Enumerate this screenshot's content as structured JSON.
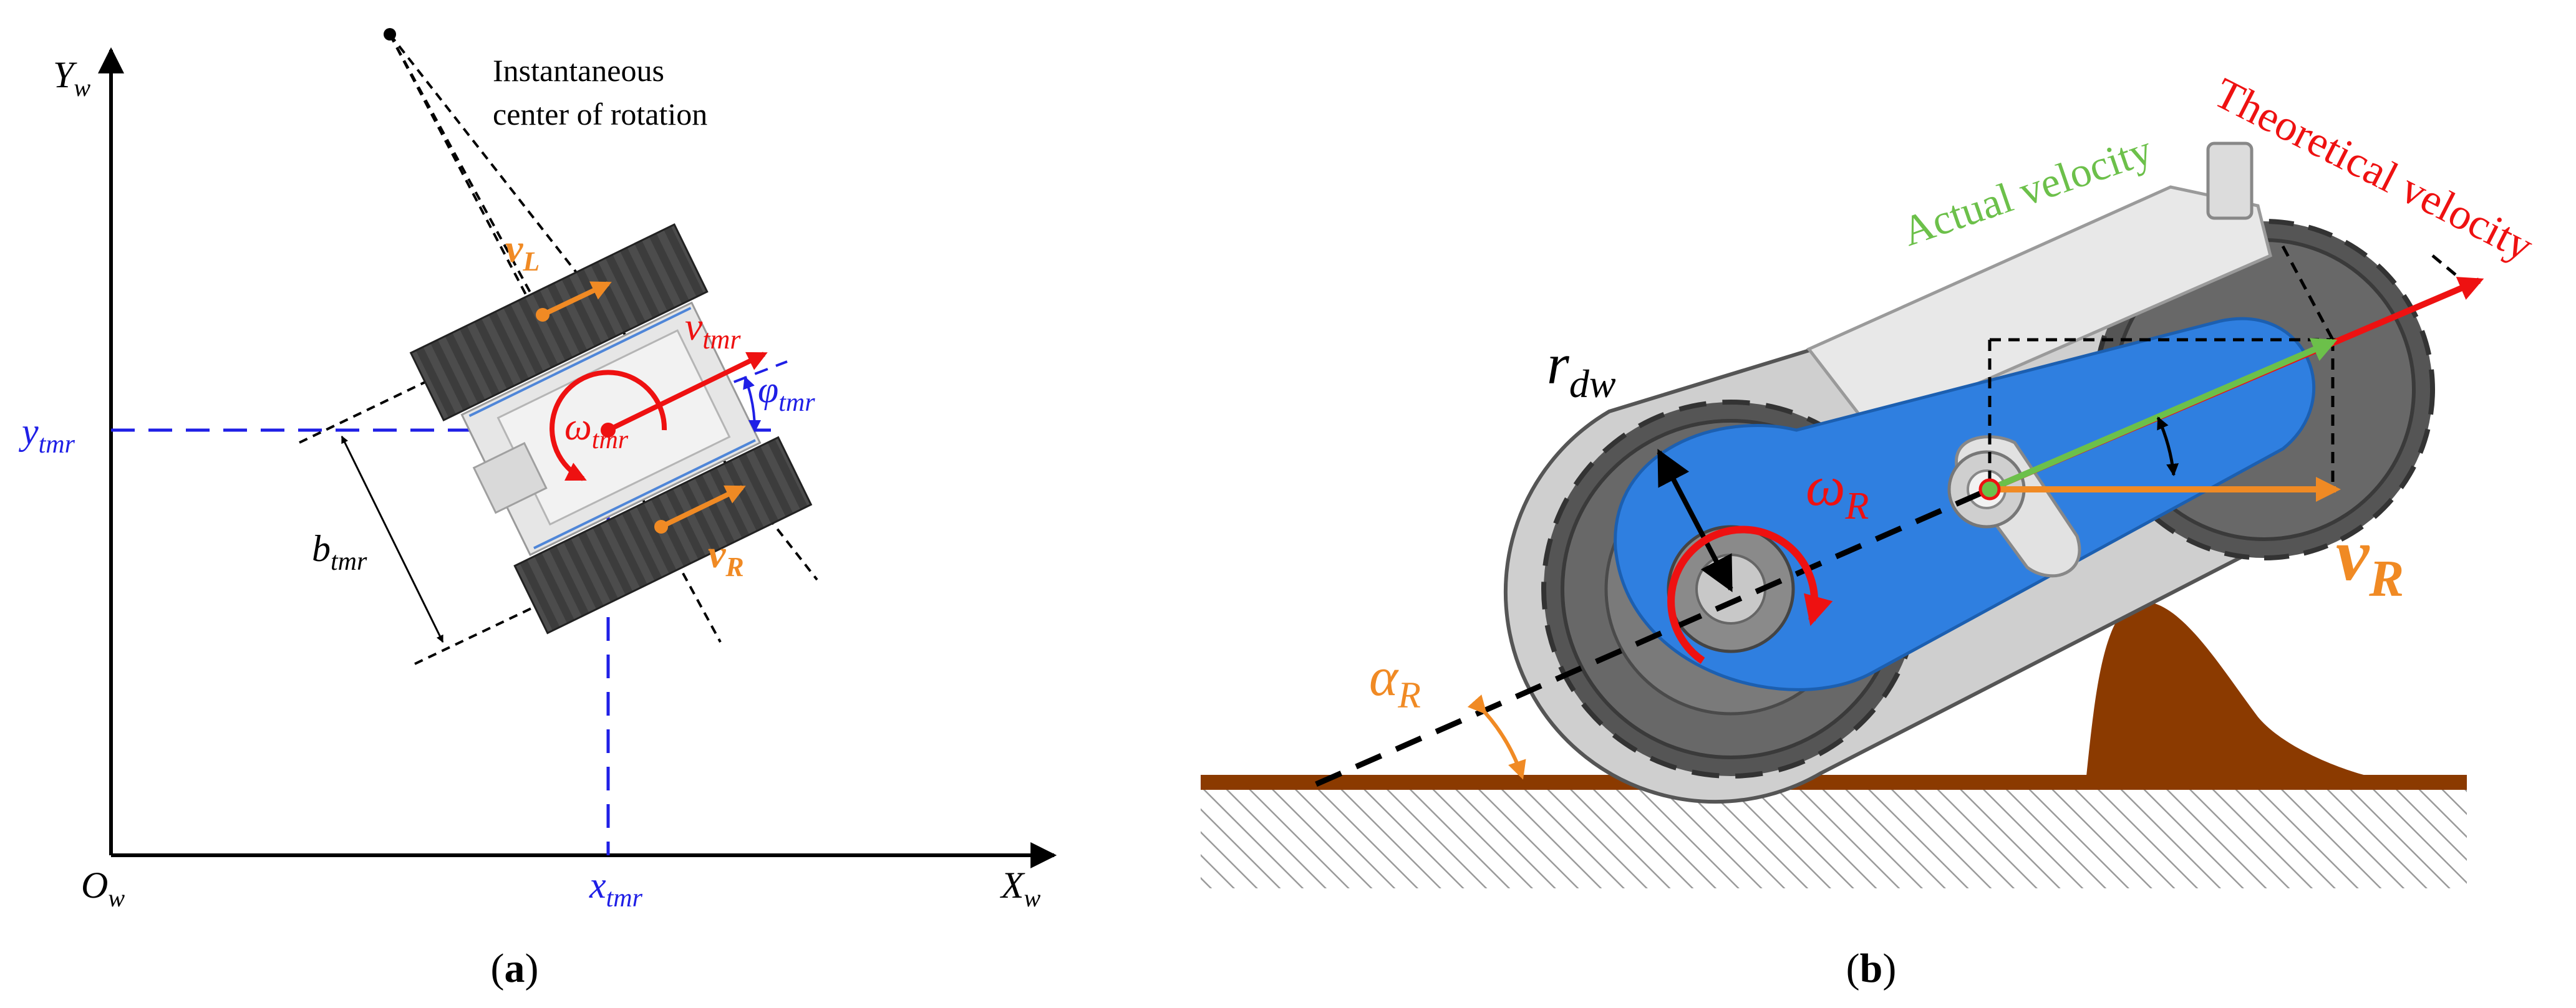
{
  "colors": {
    "black": "#000000",
    "axis_blue": "#1f1fe6",
    "red": "#ee1111",
    "orange": "#f08a24",
    "green": "#6cc04a",
    "blue_link": "#2f7fe0",
    "gear_dark": "#4a4a4a",
    "track_dark": "#3c3c3c",
    "ground_brown": "#8b3a00",
    "hatch": "#9a9a9a"
  },
  "panel_a": {
    "caption": {
      "open": "(",
      "letter": "a",
      "close": ")"
    },
    "icr_label": {
      "line1": "Instantaneous",
      "line2": "center of rotation"
    },
    "axis_x": {
      "base": "X",
      "sub": "w"
    },
    "axis_y": {
      "base": "Y",
      "sub": "w"
    },
    "origin": {
      "base": "O",
      "sub": "w"
    },
    "x_tmr": {
      "base": "x",
      "sub": "tmr"
    },
    "y_tmr": {
      "base": "y",
      "sub": "tmr"
    },
    "v_tmr": {
      "base": "v",
      "sub": "tmr"
    },
    "phi_tmr": {
      "base": "φ",
      "sub": "tmr"
    },
    "omega_tmr": {
      "base": "ω",
      "sub": "tmr"
    },
    "b_tmr": {
      "base": "b",
      "sub": "tmr"
    },
    "v_L": {
      "base": "v",
      "sub": "L"
    },
    "v_R": {
      "base": "v",
      "sub": "R"
    }
  },
  "panel_b": {
    "caption": {
      "open": "(",
      "letter": "b",
      "close": ")"
    },
    "actual_velocity": "Actual velocity",
    "theoretical_velocity": "Theoretical velocity",
    "r_dw": {
      "base": "r",
      "sub": "dw"
    },
    "omega_R": {
      "base": "ω",
      "sub": "R"
    },
    "v_R": {
      "base": "v",
      "sub": "R"
    },
    "alpha_R": {
      "base": "α",
      "sub": "R"
    }
  }
}
